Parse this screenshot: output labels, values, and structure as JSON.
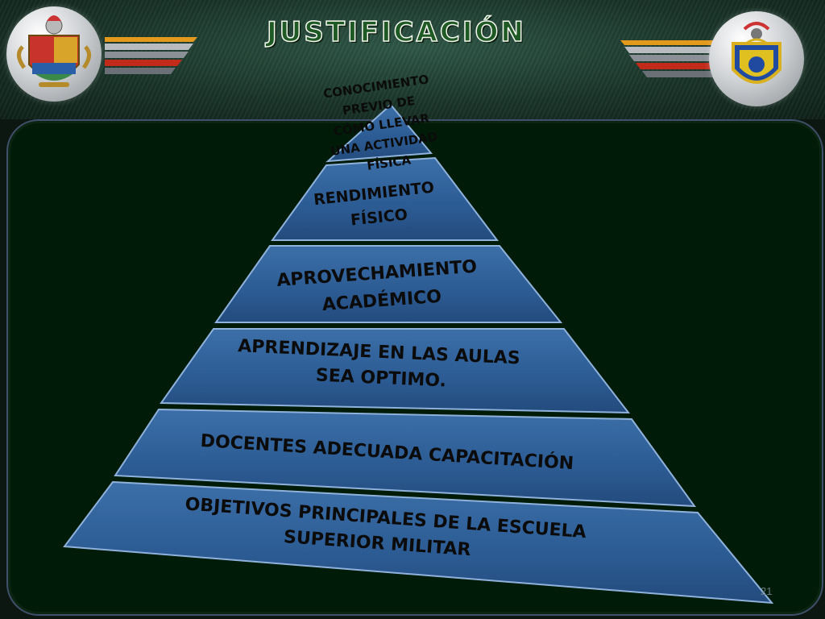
{
  "header": {
    "title": "JUSTIFICACIÓN"
  },
  "pyramid": {
    "levels": [
      {
        "lines": [
          "CONOCIMIENTO",
          "PREVIO DE",
          "CÓMO LLEVAR",
          "UNA ACTIVIDAD",
          "FÍSICA"
        ]
      },
      {
        "lines": [
          "RENDIMIENTO",
          "FÍSICO"
        ]
      },
      {
        "lines": [
          "APROVECHAMIENTO",
          "ACADÉMICO"
        ]
      },
      {
        "lines": [
          "APRENDIZAJE EN LAS AULAS",
          "SEA OPTIMO."
        ]
      },
      {
        "lines": [
          "DOCENTES ADECUADA CAPACITACIÓN"
        ]
      },
      {
        "lines": [
          "OBJETIVOS PRINCIPALES DE LA ESCUELA",
          "SUPERIOR MILITAR"
        ]
      }
    ]
  },
  "footer": {
    "page_number": "21"
  },
  "colors": {
    "pyramid_fill": "#2e5d94",
    "panel_bg": "#001b08",
    "title_green": "#1f5a24"
  }
}
